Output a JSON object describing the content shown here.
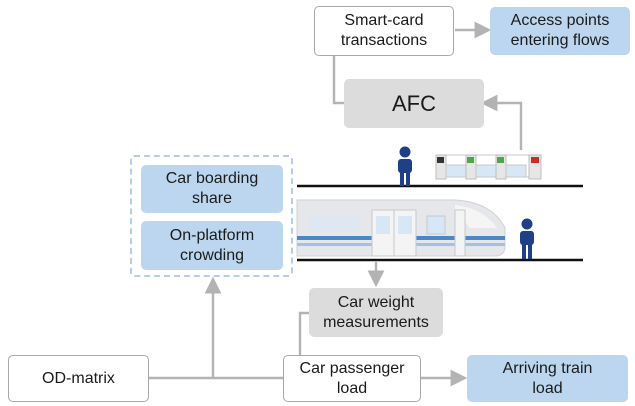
{
  "boxes": {
    "smart_card": "Smart-card\ntransactions",
    "access_points": "Access points\nentering flows",
    "afc": "AFC",
    "car_boarding": "Car boarding\nshare",
    "on_platform": "On-platform\ncrowding",
    "car_weight": "Car weight\nmeasurements",
    "od_matrix": "OD-matrix",
    "car_passenger": "Car passenger\nload",
    "arriving_train": "Arriving train\nload"
  },
  "colors": {
    "connector": "#b3b3b3",
    "highlight_blue": "#bcd6ef",
    "process_gray": "#dcdcdc",
    "person": "#1f3f86",
    "train_stripe": "#4a86c8"
  },
  "icons": [
    "person-icon",
    "fare-gate-icon",
    "train-icon"
  ]
}
